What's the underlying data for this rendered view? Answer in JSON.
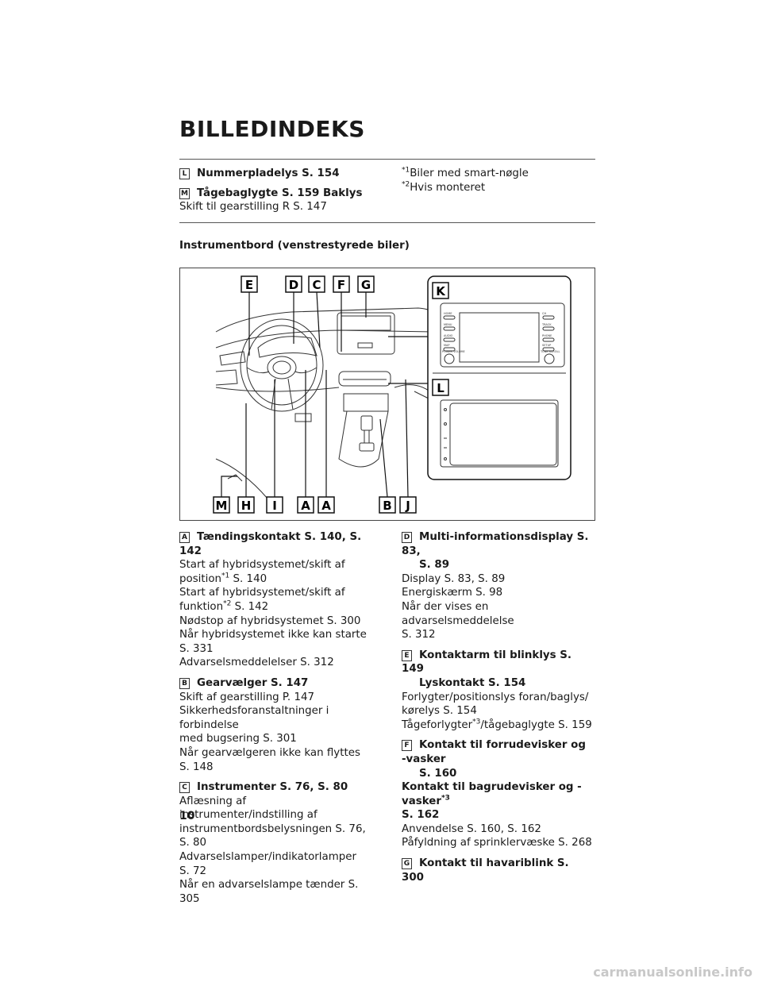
{
  "title": "BILLEDINDEKS",
  "top": {
    "L_letter": "L",
    "L_label": "Nummerpladelys S. 154",
    "M_letter": "M",
    "M_label": "Tågebaglygte S. 159 Baklys",
    "M_sub": "Skift til gearstilling R S. 147",
    "note1_mark": "*1",
    "note1": "Biler med smart-nøgle",
    "note2_mark": "*2",
    "note2": "Hvis monteret"
  },
  "section_title": "Instrumentbord (venstrestyrede biler)",
  "figure": {
    "callouts_top": [
      "E",
      "D",
      "C",
      "F",
      "G"
    ],
    "callouts_bottom": [
      "M",
      "H",
      "I",
      "A",
      "A",
      "B",
      "J"
    ],
    "panel_k": "K",
    "panel_l": "L",
    "radio_buttons": [
      "HOME",
      "MENU",
      "AUDIO",
      "MAP",
      "POWER VOLUME"
    ],
    "radio_buttons_right": [
      "CH",
      "TRACK",
      "PHONE",
      "SETUP",
      "TUNE SCROLL"
    ]
  },
  "left_col": {
    "A_letter": "A",
    "A_head": "Tændingskontakt S. 140, S. 142",
    "A1": "Start af hybridsystemet/skift af",
    "A2a": "position",
    "A2sup": "*1",
    "A2b": " S. 140",
    "A3": "Start af hybridsystemet/skift af",
    "A4a": "funktion",
    "A4sup": "*2",
    "A4b": " S. 142",
    "A5": "Nødstop af hybridsystemet S. 300",
    "A6": "Når hybridsystemet ikke kan starte S. 331",
    "A7": "Advarselsmeddelelser S. 312",
    "B_letter": "B",
    "B_head": "Gearvælger S. 147",
    "B1": "Skift af gearstilling P. 147",
    "B2": "Sikkerhedsforanstaltninger i forbindelse",
    "B3": "med bugsering S. 301",
    "B4": "Når gearvælgeren ikke kan flyttes S. 148",
    "C_letter": "C",
    "C_head": "Instrumenter S. 76, S. 80",
    "C1": "Aflæsning af instrumenter/indstilling af",
    "C2": "instrumentbordsbelysningen S. 76, S. 80",
    "C3": "Advarselslamper/indikatorlamper S. 72",
    "C4": "Når en advarselslampe tænder S. 305"
  },
  "right_col": {
    "D_letter": "D",
    "D_head1": "Multi-informationsdisplay S. 83,",
    "D_head2": "S. 89",
    "D1": "Display S. 83, S. 89",
    "D2": "Energiskærm S. 98",
    "D3": "Når der vises en advarselsmeddelelse",
    "D4": "S. 312",
    "E_letter": "E",
    "E_head1": "Kontaktarm til blinklys S. 149",
    "E_head2": "Lyskontakt S. 154",
    "E1": "Forlygter/positionslys foran/baglys/",
    "E2": "kørelys S. 154",
    "E3a": "Tågeforlygter",
    "E3sup": "*3",
    "E3b": "/tågebaglygte S. 159",
    "F_letter": "F",
    "F_head1": "Kontakt til forrudevisker og -vasker",
    "F_head2": "S. 160",
    "F_head3a": "Kontakt til bagrudevisker og -vasker",
    "F_head3sup": "*3",
    "F_head4": "S. 162",
    "F1": "Anvendelse S. 160, S. 162",
    "F2": "Påfyldning af sprinklervæske S. 268",
    "G_letter": "G",
    "G_head": "Kontakt til havariblink S. 300"
  },
  "page_number": "10",
  "watermark": "carmanualsonline.info"
}
